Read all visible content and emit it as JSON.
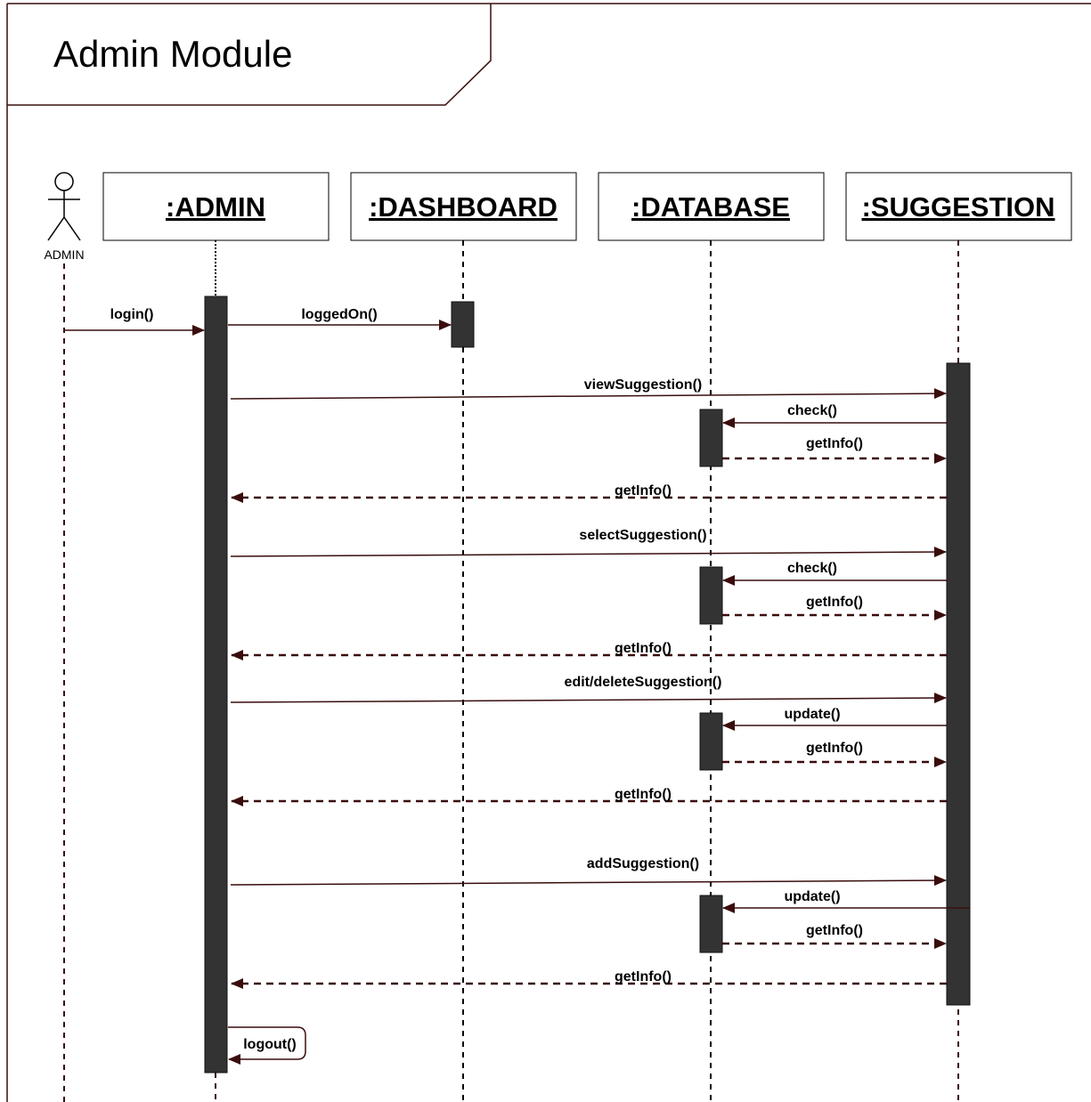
{
  "frame": {
    "title": "Admin Module"
  },
  "actor": {
    "label": "ADMIN"
  },
  "participants": [
    {
      "id": "admin",
      "label": ":ADMIN"
    },
    {
      "id": "dashboard",
      "label": ":DASHBOARD"
    },
    {
      "id": "database",
      "label": ":DATABASE"
    },
    {
      "id": "suggestion",
      "label": ":SUGGESTION"
    }
  ],
  "messages": [
    {
      "label": "login()",
      "from": "actor",
      "to": "admin",
      "kind": "call"
    },
    {
      "label": "loggedOn()",
      "from": "admin",
      "to": "dashboard",
      "kind": "call"
    },
    {
      "label": "viewSuggestion()",
      "from": "admin",
      "to": "suggestion",
      "kind": "call"
    },
    {
      "label": "check()",
      "from": "suggestion",
      "to": "database",
      "kind": "call"
    },
    {
      "label": "getInfo()",
      "from": "database",
      "to": "suggestion",
      "kind": "return"
    },
    {
      "label": "getInfo()",
      "from": "suggestion",
      "to": "admin",
      "kind": "return"
    },
    {
      "label": "selectSuggestion()",
      "from": "admin",
      "to": "suggestion",
      "kind": "call"
    },
    {
      "label": "check()",
      "from": "suggestion",
      "to": "database",
      "kind": "call"
    },
    {
      "label": "getInfo()",
      "from": "database",
      "to": "suggestion",
      "kind": "return"
    },
    {
      "label": "getInfo()",
      "from": "suggestion",
      "to": "admin",
      "kind": "return"
    },
    {
      "label": "edit/deleteSuggestion()",
      "from": "admin",
      "to": "suggestion",
      "kind": "call"
    },
    {
      "label": "update()",
      "from": "suggestion",
      "to": "database",
      "kind": "call"
    },
    {
      "label": "getInfo()",
      "from": "database",
      "to": "suggestion",
      "kind": "return"
    },
    {
      "label": "getInfo()",
      "from": "suggestion",
      "to": "admin",
      "kind": "return"
    },
    {
      "label": "addSuggestion()",
      "from": "admin",
      "to": "suggestion",
      "kind": "call"
    },
    {
      "label": "update()",
      "from": "suggestion",
      "to": "database",
      "kind": "call"
    },
    {
      "label": "getInfo()",
      "from": "database",
      "to": "suggestion",
      "kind": "return"
    },
    {
      "label": "getInfo()",
      "from": "suggestion",
      "to": "admin",
      "kind": "return"
    },
    {
      "label": "logout()",
      "from": "admin",
      "to": "admin",
      "kind": "self"
    }
  ],
  "colors": {
    "line": "#3a0d0d",
    "activation": "#333333"
  }
}
